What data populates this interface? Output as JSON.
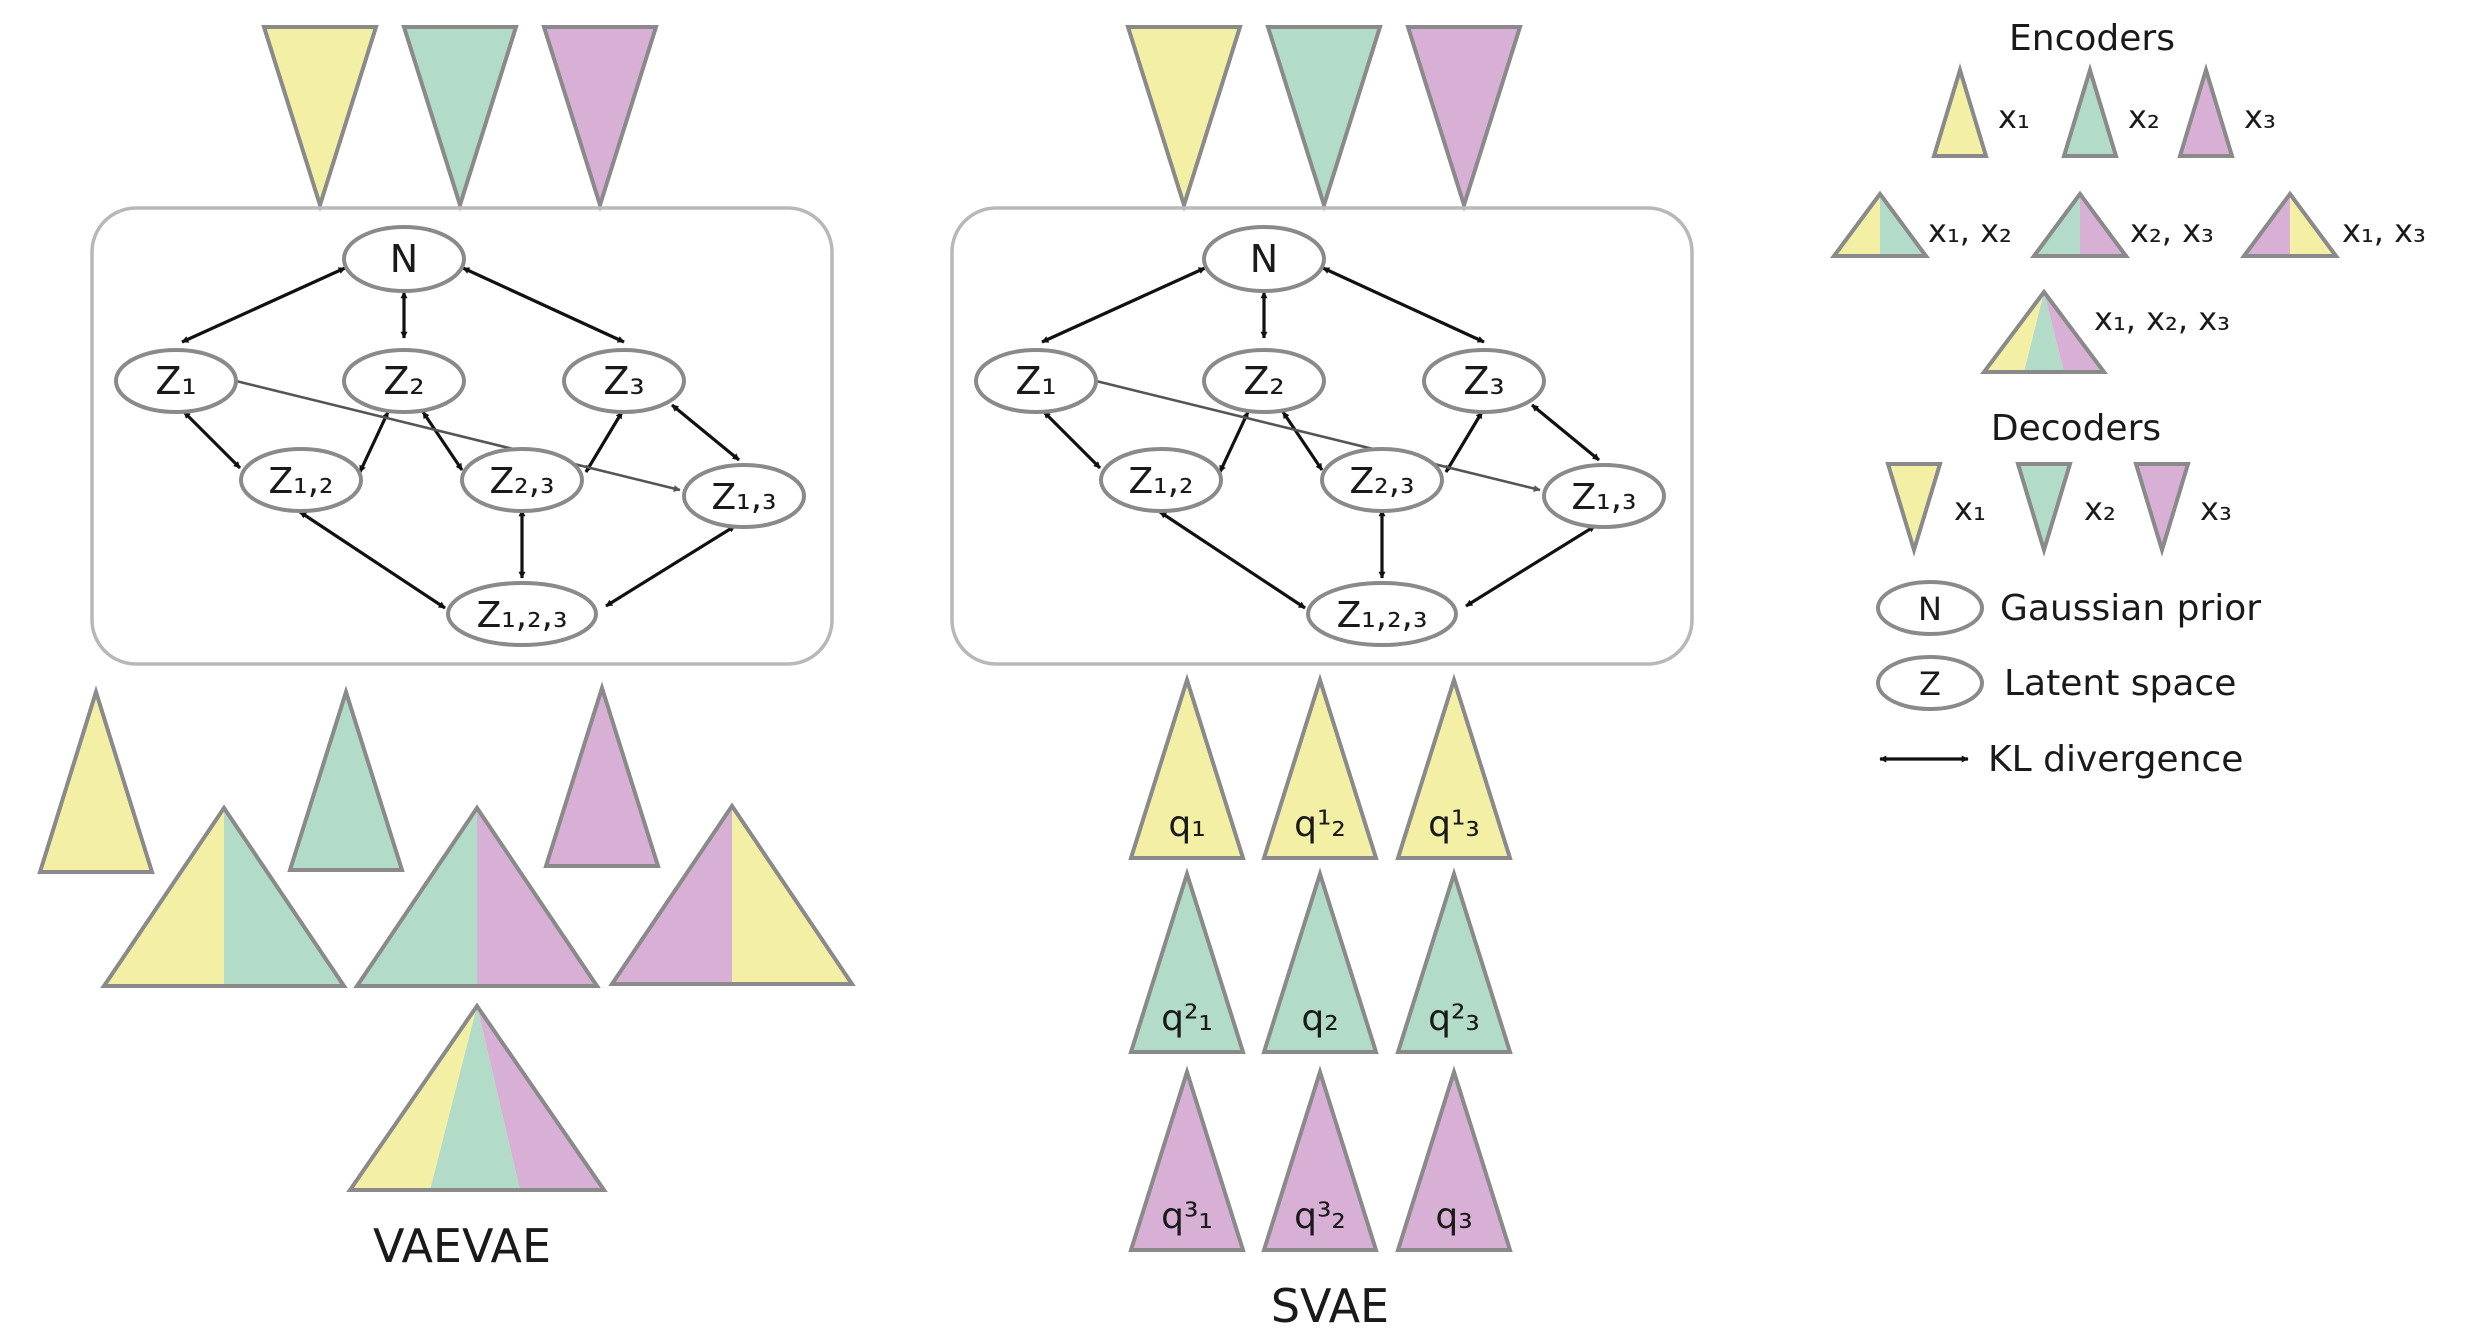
{
  "colors": {
    "yellow": "#f3f0a6",
    "green": "#b2dbc8",
    "purple": "#d8b0d6",
    "outline": "#8a8a8a",
    "arrow": "#111111"
  },
  "nodes": {
    "prior": "N",
    "z1": "Z₁",
    "z2": "Z₂",
    "z3": "Z₃",
    "z12": "Z₁,₂",
    "z23": "Z₂,₃",
    "z13": "Z₁,₃",
    "z123": "Z₁,₂,₃"
  },
  "vaevae": {
    "title": "VAEVAE"
  },
  "svae": {
    "title": "SVAE",
    "q": [
      [
        "q₁",
        "q¹₂",
        "q¹₃"
      ],
      [
        "q²₁",
        "q₂",
        "q²₃"
      ],
      [
        "q³₁",
        "q³₂",
        "q₃"
      ]
    ]
  },
  "legend": {
    "encoders_title": "Encoders",
    "encoders_single": [
      "x₁",
      "x₂",
      "x₃"
    ],
    "encoders_pair": [
      "x₁, x₂",
      "x₂, x₃",
      "x₁, x₃"
    ],
    "encoders_triple": "x₁, x₂, x₃",
    "decoders_title": "Decoders",
    "decoders": [
      "x₁",
      "x₂",
      "x₃"
    ],
    "prior_symbol": "N",
    "prior_label": "Gaussian prior",
    "latent_symbol": "Z",
    "latent_label": "Latent space",
    "kl_label": "KL divergence"
  }
}
